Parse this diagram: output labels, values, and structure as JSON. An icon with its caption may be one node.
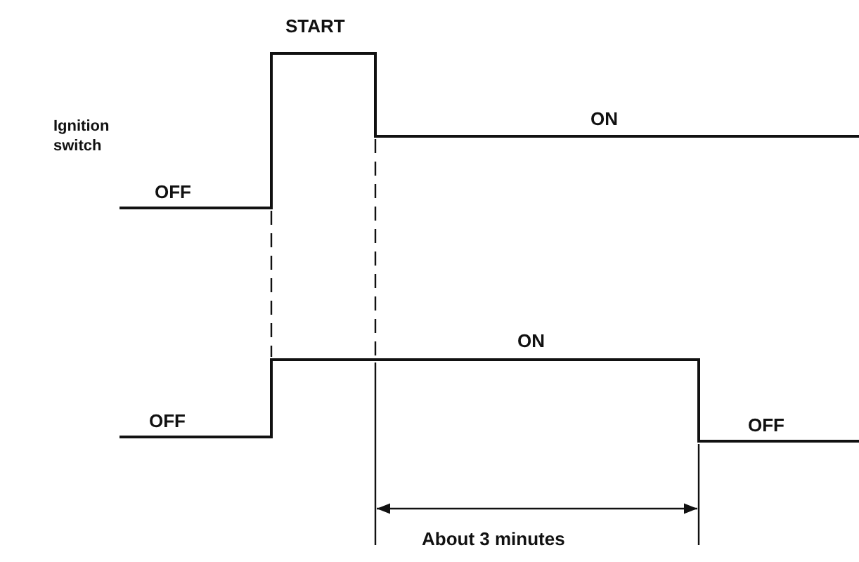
{
  "diagram": {
    "labels": [
      "START",
      "Ignition switch",
      "ON",
      "OFF",
      "ON",
      "OFF",
      "OFF",
      "About 3 minutes"
    ]
  }
}
